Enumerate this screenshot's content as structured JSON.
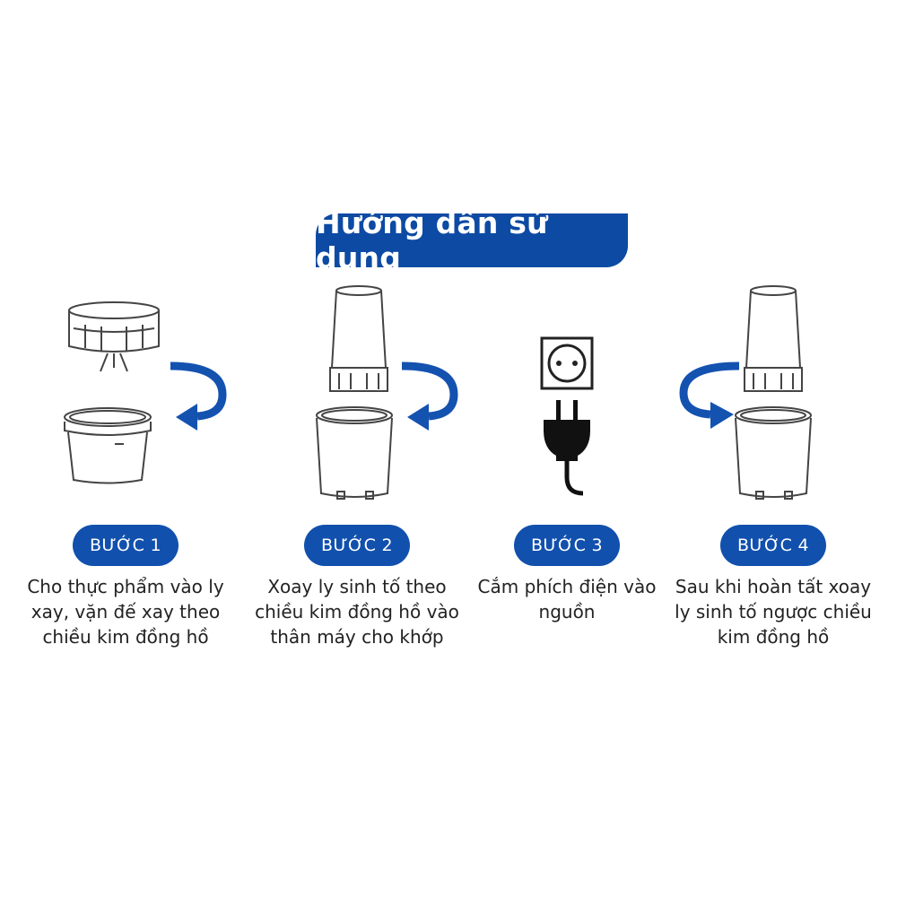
{
  "title": "Hướng dẫn sử dụng",
  "colors": {
    "primary": "#0d4aa3",
    "arrow": "#1452b0",
    "line": "#444444",
    "background": "#ffffff"
  },
  "steps": [
    {
      "label": "BƯỚC 1",
      "icon": "blender-base-cup-illustration",
      "arrow": "clockwise-arrow",
      "text": "Cho thực phẩm vào ly xay, vặn đế xay theo chiều kim đồng hồ"
    },
    {
      "label": "BƯỚC 2",
      "icon": "cup-on-base-illustration",
      "arrow": "clockwise-arrow",
      "text": "Xoay ly sinh tố theo chiều kim đồng hồ vào thân máy cho khớp"
    },
    {
      "label": "BƯỚC 3",
      "icon": "socket-plug-illustration",
      "text": "Cắm phích điện vào nguồn"
    },
    {
      "label": "BƯỚC 4",
      "icon": "cup-on-base-illustration",
      "arrow": "counterclockwise-arrow",
      "text": "Sau khi hoàn tất xoay ly sinh tố ngược chiều kim đồng hồ"
    }
  ]
}
